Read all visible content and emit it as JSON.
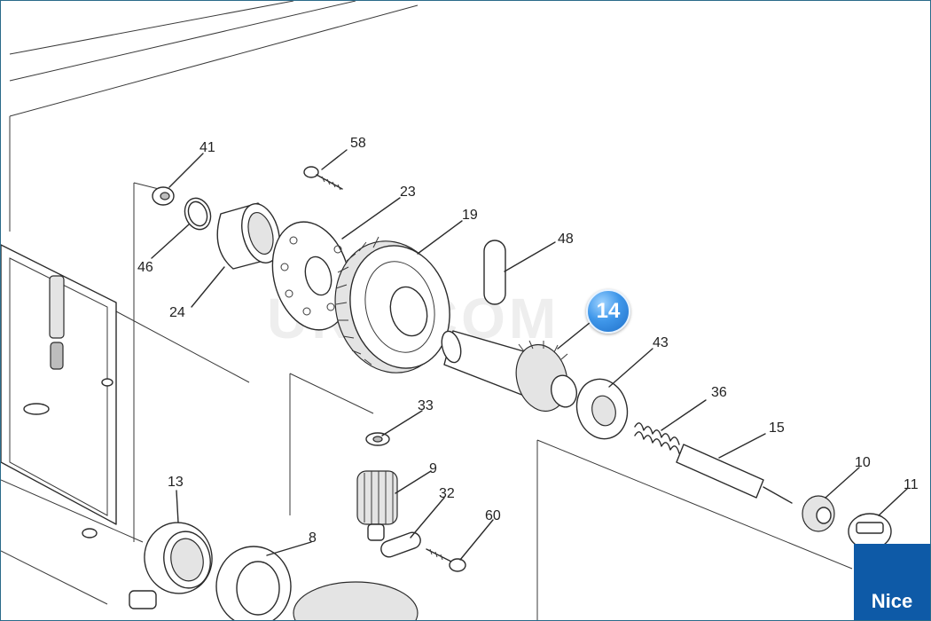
{
  "diagram": {
    "callouts": [
      {
        "id": "41",
        "label": "41"
      },
      {
        "id": "58",
        "label": "58"
      },
      {
        "id": "23",
        "label": "23"
      },
      {
        "id": "19",
        "label": "19"
      },
      {
        "id": "48",
        "label": "48"
      },
      {
        "id": "46",
        "label": "46"
      },
      {
        "id": "24",
        "label": "24"
      },
      {
        "id": "43",
        "label": "43"
      },
      {
        "id": "36",
        "label": "36"
      },
      {
        "id": "15",
        "label": "15"
      },
      {
        "id": "33",
        "label": "33"
      },
      {
        "id": "9",
        "label": "9"
      },
      {
        "id": "32",
        "label": "32"
      },
      {
        "id": "60",
        "label": "60"
      },
      {
        "id": "13",
        "label": "13"
      },
      {
        "id": "8",
        "label": "8"
      },
      {
        "id": "10",
        "label": "10"
      },
      {
        "id": "11",
        "label": "11"
      }
    ],
    "selected_marker": "14",
    "watermark": "UNISCOM"
  },
  "brand": {
    "name": "Nice",
    "color": "#0e5aa7"
  },
  "colors": {
    "marker": "#3f97ea",
    "line": "#2b2b2b"
  }
}
